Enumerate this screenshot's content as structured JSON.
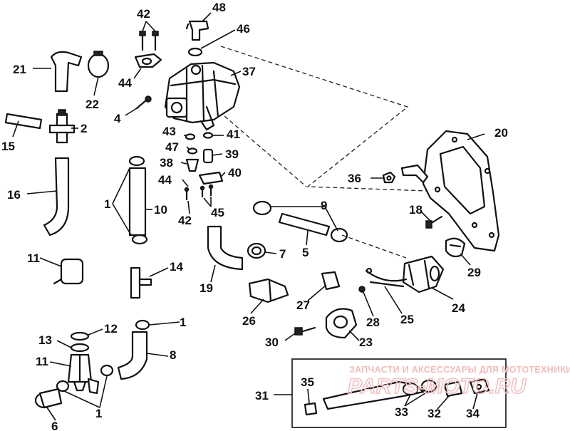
{
  "callouts": {
    "c1a": "1",
    "c1b": "1",
    "c1c": "1",
    "c2": "2",
    "c4": "4",
    "c5": "5",
    "c6": "6",
    "c7": "7",
    "c8": "8",
    "c9": "9",
    "c10": "10",
    "c11a": "11",
    "c11b": "11",
    "c12": "12",
    "c13": "13",
    "c14": "14",
    "c15": "15",
    "c16": "16",
    "c18": "18",
    "c19": "19",
    "c20": "20",
    "c21": "21",
    "c22": "22",
    "c23": "23",
    "c24": "24",
    "c25": "25",
    "c26": "26",
    "c27": "27",
    "c28": "28",
    "c29": "29",
    "c30": "30",
    "c31": "31",
    "c32": "32",
    "c33": "33",
    "c34": "34",
    "c35": "35",
    "c36": "36",
    "c37": "37",
    "c38": "38",
    "c39": "39",
    "c40": "40",
    "c41": "41",
    "c42a": "42",
    "c42b": "42",
    "c43": "43",
    "c44a": "44",
    "c44b": "44",
    "c45": "45",
    "c46": "46",
    "c47": "47",
    "c48": "48"
  },
  "watermark": {
    "text": "ЗАПЧАСТИ И АКСЕССУАРЫ ДЛЯ МОТОТЕХНИКИ",
    "logo": "PARTS-MOTO.RU"
  }
}
